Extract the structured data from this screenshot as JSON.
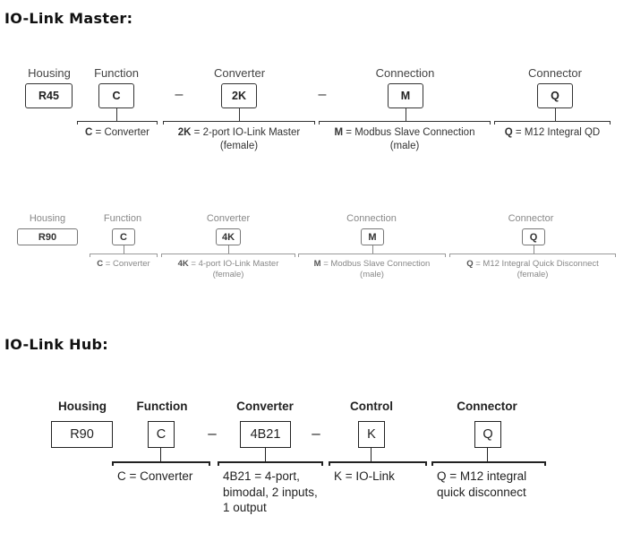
{
  "master_heading": "IO-Link Master:",
  "hub_heading": "IO-Link Hub:",
  "diagram1": {
    "labels": [
      "Housing",
      "Function",
      "Converter",
      "Connection",
      "Connector"
    ],
    "boxes": [
      "R45",
      "C",
      "2K",
      "M",
      "Q"
    ],
    "separators": [
      "–",
      "–"
    ],
    "desc": [
      {
        "code": "C",
        "text": " = Converter"
      },
      {
        "code": "2K",
        "text": " = 2-port IO-Link Master",
        "line2": "(female)"
      },
      {
        "code": "M",
        "text": " = Modbus Slave Connection",
        "line2": "(male)"
      },
      {
        "code": "Q",
        "text": " = M12 Integral QD"
      }
    ]
  },
  "diagram2": {
    "labels": [
      "Housing",
      "Function",
      "Converter",
      "Connection",
      "Connector"
    ],
    "boxes": [
      "R90",
      "C",
      "4K",
      "M",
      "Q"
    ],
    "desc": [
      {
        "code": "C",
        "text": " = Converter"
      },
      {
        "code": "4K",
        "text": " = 4-port IO-Link Master",
        "line2": "(female)"
      },
      {
        "code": "M",
        "text": " = Modbus Slave Connection",
        "line2": "(male)"
      },
      {
        "code": "Q",
        "text": " = M12 Integral Quick Disconnect",
        "line2": "(female)"
      }
    ]
  },
  "diagram3": {
    "labels": [
      "Housing",
      "Function",
      "Converter",
      "Control",
      "Connector"
    ],
    "boxes": [
      "R90",
      "C",
      "4B21",
      "K",
      "Q"
    ],
    "separators": [
      "–",
      "–"
    ],
    "desc": [
      "C = Converter",
      "4B21 = 4-port, bimodal, 2 inputs, 1 output",
      "K = IO-Link",
      "Q = M12 integral quick disconnect"
    ]
  }
}
